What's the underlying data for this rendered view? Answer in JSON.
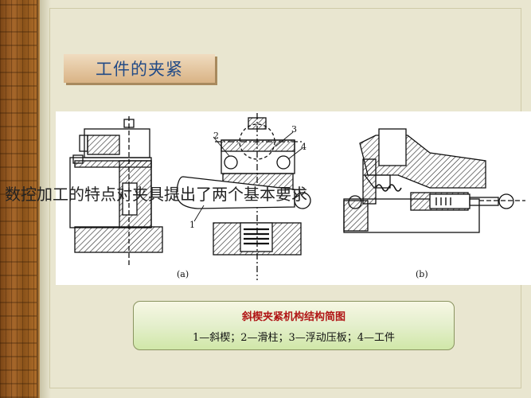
{
  "slide": {
    "title": "工件的夹紧",
    "overlay_text": "数控加工的特点对夹具提出了两个基本要求",
    "figure": {
      "part_labels": [
        "1",
        "2",
        "3",
        "4"
      ],
      "subfigure_labels": [
        "(a)",
        "(b)"
      ]
    },
    "caption": {
      "title": "斜楔夹紧机构结构简图",
      "legend": "1—斜楔；2—滑柱；3—浮动压板；4—工件"
    }
  },
  "colors": {
    "title_text": "#234b86",
    "caption_title": "#b01515",
    "caption_bg": "#d0e7a8"
  }
}
